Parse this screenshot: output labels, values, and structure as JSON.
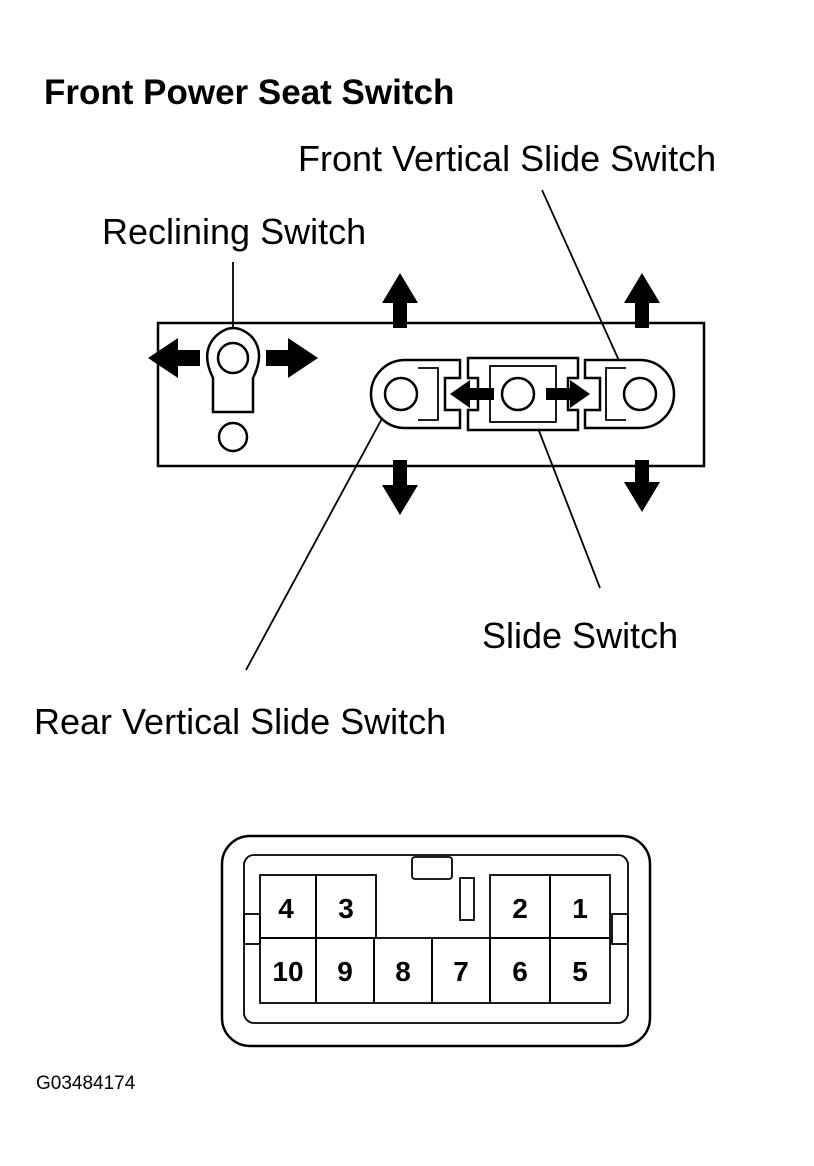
{
  "title": "Front Power Seat Switch",
  "labels": {
    "front_vertical": "Front Vertical Slide Switch",
    "reclining": "Reclining Switch",
    "slide": "Slide Switch",
    "rear_vertical": "Rear Vertical Slide Switch"
  },
  "connector": {
    "top_row": [
      "4",
      "3",
      "2",
      "1"
    ],
    "bottom_row": [
      "10",
      "9",
      "8",
      "7",
      "6",
      "5"
    ]
  },
  "figure_code": "G03484174"
}
